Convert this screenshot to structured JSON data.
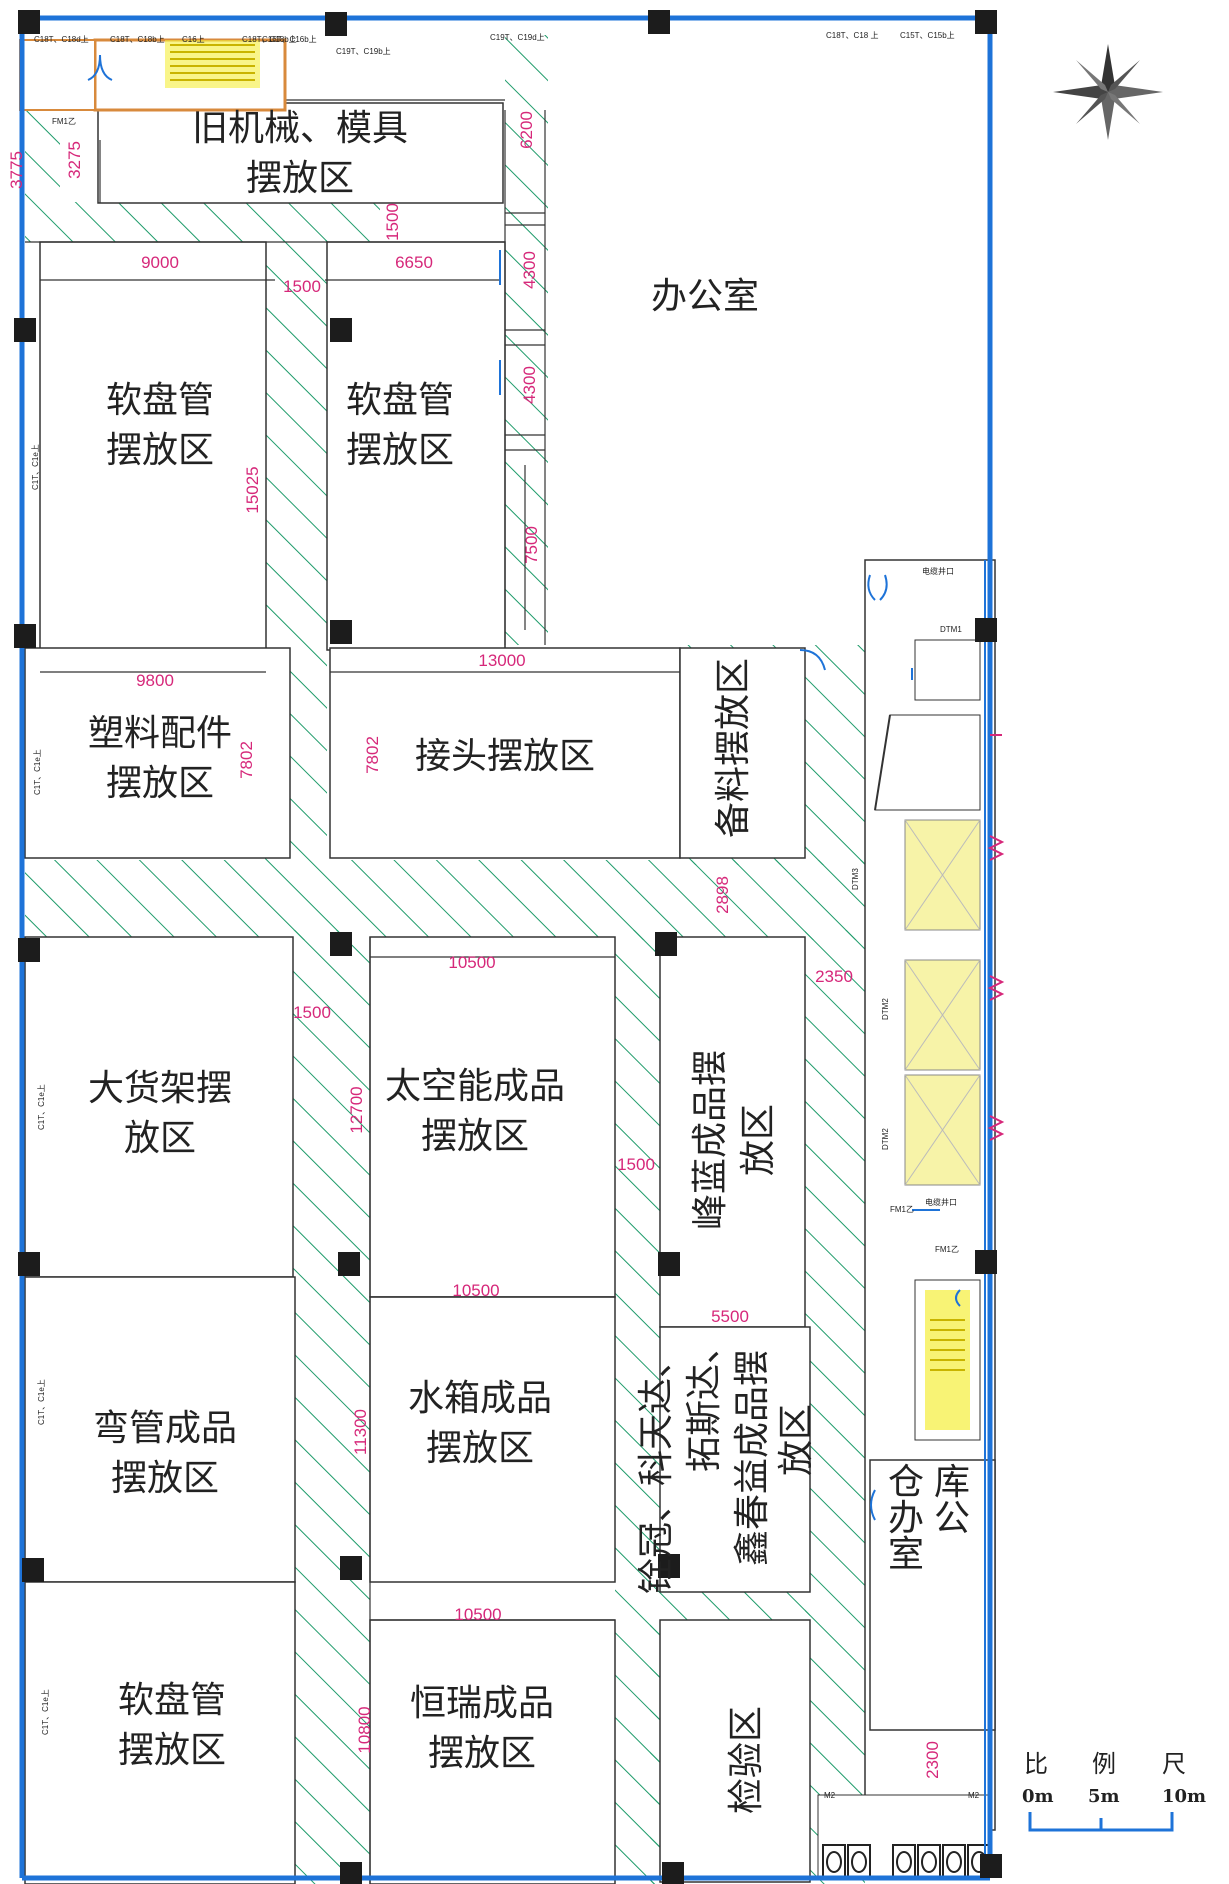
{
  "zones": {
    "jiu": [
      "旧机械、模具",
      "摆放区"
    ],
    "rp1": [
      "软盘管",
      "摆放区"
    ],
    "rp2": [
      "软盘管",
      "摆放区"
    ],
    "office": "办公室",
    "sl": [
      "塑料配件",
      "摆放区"
    ],
    "jt": "接头摆放区",
    "bl": "备料摆放区",
    "dh": [
      "大货架摆",
      "放区"
    ],
    "tk": [
      "太空能成品",
      "摆放区"
    ],
    "fl": [
      "峰蓝成品摆",
      "放区"
    ],
    "wg": [
      "弯管成品",
      "摆放区"
    ],
    "sx": [
      "水箱成品",
      "摆放区"
    ],
    "lk": [
      "铨冠、科天达、",
      "拓斯达、",
      "鑫春益成品摆",
      "放区"
    ],
    "rp3": [
      "软盘管",
      "摆放区"
    ],
    "hr": [
      "恒瑞成品",
      "摆放区"
    ],
    "jy": "检验区",
    "ck": [
      "仓",
      "库",
      "办",
      "公",
      "室"
    ]
  },
  "dims": {
    "d9000": "9000",
    "d6650": "6650",
    "d1500a": "1500",
    "d1500b": "1500",
    "d1500c": "1500",
    "d1500d": "1500",
    "d6200": "6200",
    "d3275": "3275",
    "d3775": "3775",
    "d4300a": "4300",
    "d4300b": "4300",
    "d7500": "7500",
    "d15025": "15025",
    "d9800": "9800",
    "d7802a": "7802",
    "d7802b": "7802",
    "d13000": "13000",
    "d2898": "2898",
    "d2350": "2350",
    "d10500a": "10500",
    "d10500b": "10500",
    "d10500c": "10500",
    "d12700": "12700",
    "d11300": "11300",
    "d10800": "10800",
    "d5500": "5500",
    "d2300": "2300"
  },
  "scale": {
    "label": [
      "比",
      "例",
      "尺"
    ],
    "ticks": [
      "0m",
      "5m",
      "10m"
    ]
  },
  "small_labels": {
    "c1": "C18T、C18d上",
    "c2": "C18T、C18b上",
    "c3": "C16上",
    "c4": "C16T、C16b上",
    "c5": "C19T、C19b上",
    "c6": "C19T、C19d上",
    "c7": "C18T、C18 上",
    "c8": "C15T、C15b上",
    "c9": "C18T、C18b上",
    "fm1": "FM1乙",
    "fm2": "FM1乙",
    "fm3": "FM1乙",
    "w1": "C1T、C1e上",
    "w2": "C1T、C1e上",
    "w3": "C1T、C1e上",
    "w4": "C1T、C1e上",
    "w5": "C1T、C1e上",
    "dtm1": "DTM1",
    "dtm2": "DTM2",
    "dtm3": "DTM2",
    "dtm4": "DTM3",
    "m2a": "M2",
    "m2b": "M2",
    "shaft1": "电缆井口",
    "shaft2": "电缆井口"
  },
  "colors": {
    "wall": "#1e73d8",
    "hatch": "#1e9b6a",
    "dim": "#d6287a",
    "column": "#1c1c1c",
    "lift": "#f5ee3a"
  }
}
